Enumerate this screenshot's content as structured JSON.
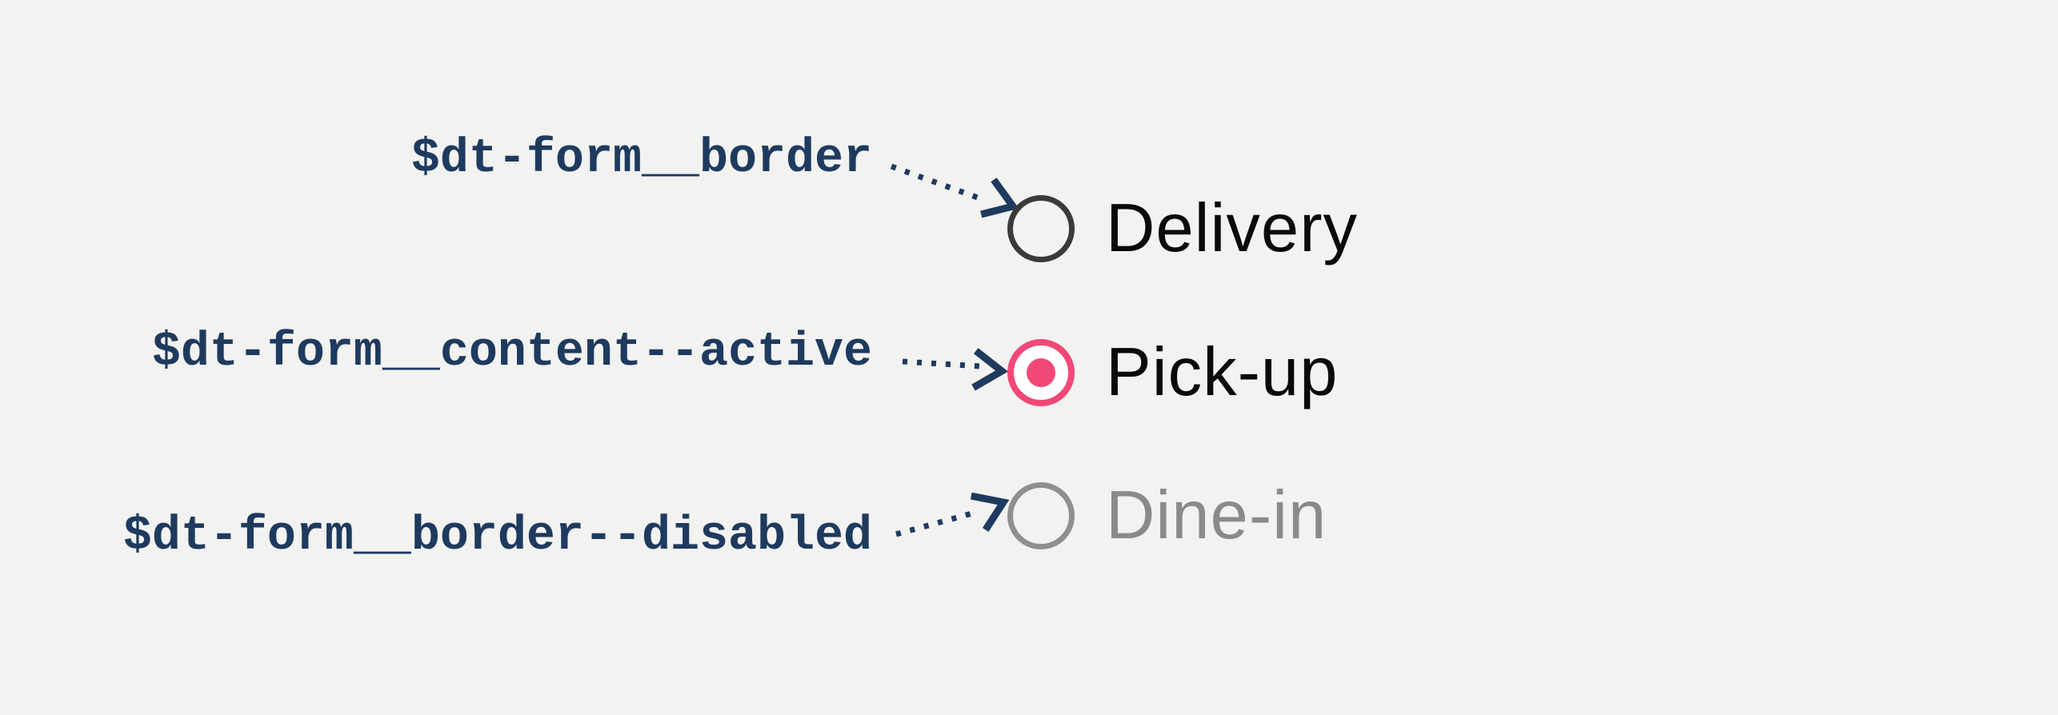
{
  "page": {
    "background": "#F2F2F1",
    "description": "Design-token annotation diagram of a radio button group"
  },
  "colors": {
    "annotation": "#1E3A5E",
    "radio_default_border": "#3A3A3A",
    "radio_active": "#F24878",
    "radio_active_fill": "#FFFFFF",
    "radio_disabled_border": "#8F8F8F",
    "label_default": "#0A0A0A",
    "label_disabled": "#8A8A8A"
  },
  "radio_group": {
    "options": [
      {
        "label": "Delivery",
        "state": "default",
        "selected": false,
        "token": "$dt-form__border"
      },
      {
        "label": "Pick-up",
        "state": "active",
        "selected": true,
        "token": "$dt-form__content--active"
      },
      {
        "label": "Dine-in",
        "state": "disabled",
        "selected": false,
        "token": "$dt-form__border--disabled"
      }
    ]
  }
}
